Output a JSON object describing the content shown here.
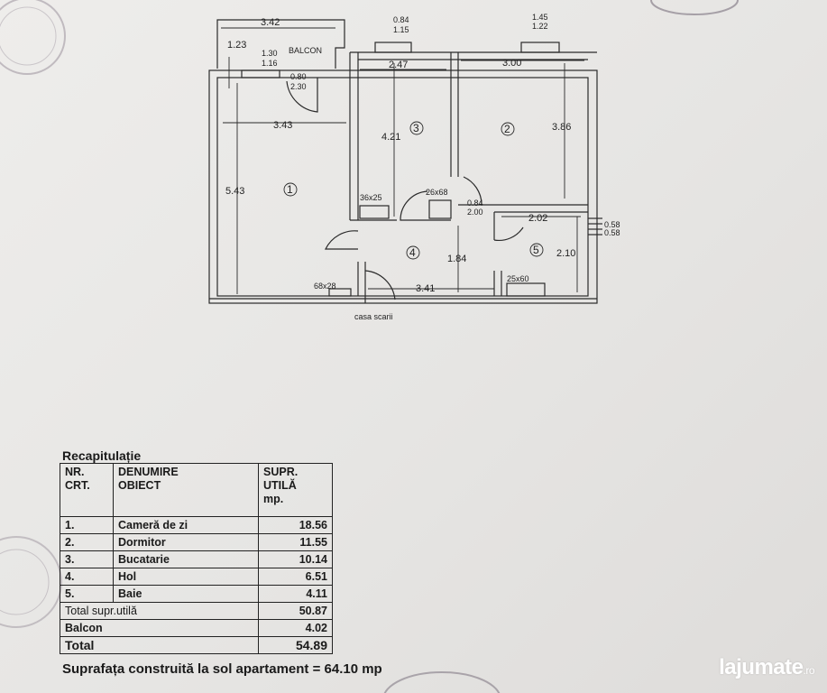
{
  "plan": {
    "balcony_label": "BALCON",
    "stairs_label": "casa scarii",
    "dims": {
      "d342": "3.42",
      "d123": "1.23",
      "d130": "1.30",
      "d116a": "1.16",
      "d080": "0.80",
      "d230": "2.30",
      "d084": "0.84",
      "d115": "1.15",
      "d145": "1.45",
      "d122": "1.22",
      "d247": "2.47",
      "d300": "3.00",
      "d343": "3.43",
      "d421": "4.21",
      "d386": "3.86",
      "d543": "5.43",
      "d36x25": "36x25",
      "d26x68": "26x68",
      "d084b": "0.84",
      "d200": "2.00",
      "d202": "2.02",
      "d058a": "0.58",
      "d058b": "0.58",
      "d184": "1.84",
      "d210": "2.10",
      "d68x28": "68x28",
      "d341": "3.41",
      "d25x60": "25x60"
    },
    "rooms": {
      "r1": "1",
      "r2": "2",
      "r3": "3",
      "r4": "4",
      "r5": "5"
    }
  },
  "recap": {
    "title": "Recapitulație",
    "headers": {
      "nr": "NR.\nCRT.",
      "name": "DENUMIRE\nOBIECT",
      "area": "SUPR.\nUTILĂ\nmp."
    },
    "rows": [
      {
        "nr": "1.",
        "name": "Cameră de zi",
        "area": "18.56"
      },
      {
        "nr": "2.",
        "name": "Dormitor",
        "area": "11.55"
      },
      {
        "nr": "3.",
        "name": "Bucatarie",
        "area": "10.14"
      },
      {
        "nr": "4.",
        "name": "Hol",
        "area": "6.51"
      },
      {
        "nr": "5.",
        "name": "Baie",
        "area": "4.11"
      }
    ],
    "total_useful_label": "Total supr.utilă",
    "total_useful": "50.87",
    "balcony_label": "Balcon",
    "balcony": "4.02",
    "total_label": "Total",
    "total": "54.89"
  },
  "footer": {
    "label": "Suprafața construită  la sol apartament =",
    "value": "64.10 mp"
  },
  "watermark": {
    "brand": "lajumate",
    "tld": ".ro"
  }
}
